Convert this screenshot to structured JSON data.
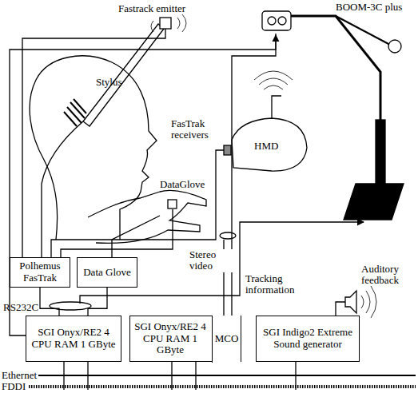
{
  "diagram": {
    "nodes": [
      {
        "text": [
          "Polhemus FasTrak"
        ]
      },
      {
        "text": [
          "Data Glove"
        ]
      },
      {
        "text": [
          "SGI Onyx/RE2 4 CPU RAM 1 GByte"
        ]
      },
      {
        "text": [
          "SGI Onyx/RE2 4 CPU RAM 1 GByte"
        ]
      },
      {
        "text": [
          "MCO"
        ],
        "in": 3
      },
      {
        "text": [
          "SGI Indigo2 Extreme Sound generator"
        ]
      }
    ],
    "edges": [
      {
        "from": 0,
        "to": 2,
        "arrow": "none"
      },
      {
        "from": 1,
        "to": 2,
        "arrow": "none"
      }
    ],
    "labels": [
      "Fastrack emitter",
      "BOOM-3C plus",
      "Stylus",
      "FasTrak receivers",
      "HMD",
      "DataGlove",
      "Stereo video",
      "Tracking information",
      "Auditory feedback",
      "RS232C",
      "Ethernet",
      "FDDI"
    ]
  }
}
